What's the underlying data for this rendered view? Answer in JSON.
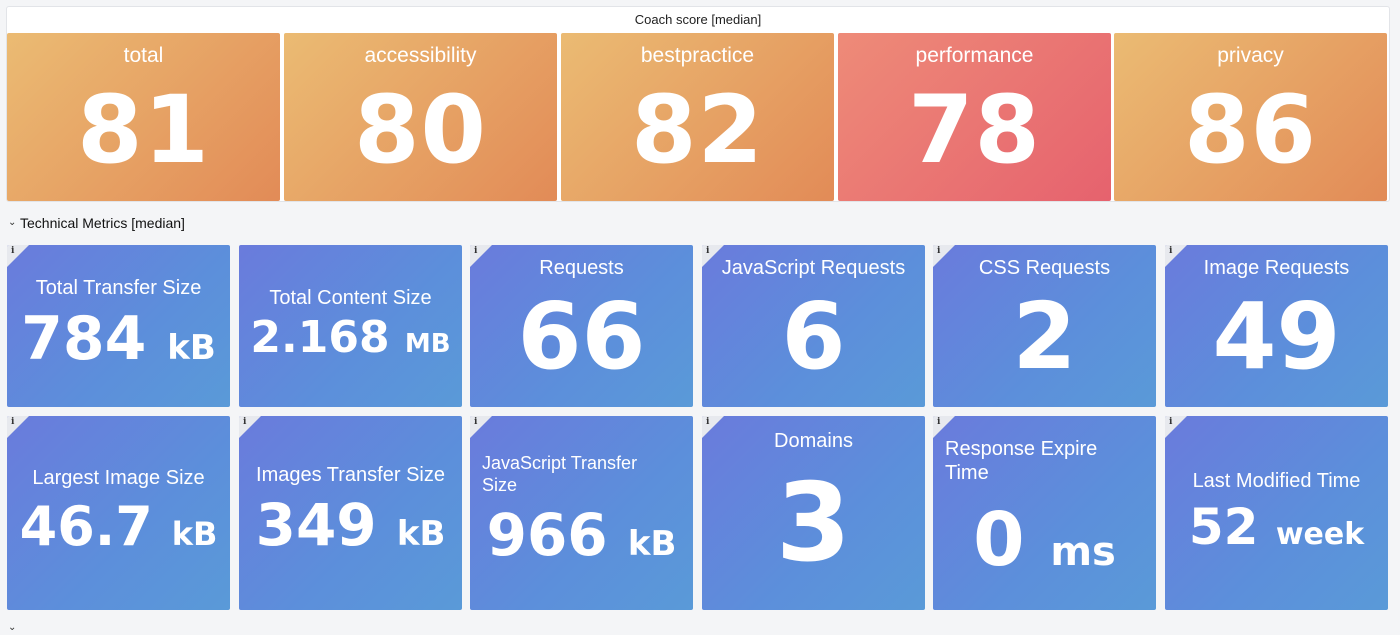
{
  "coach": {
    "title": "Coach score [median]",
    "scores": [
      {
        "label": "total",
        "value": "81"
      },
      {
        "label": "accessibility",
        "value": "80"
      },
      {
        "label": "bestpractice",
        "value": "82"
      },
      {
        "label": "performance",
        "value": "78"
      },
      {
        "label": "privacy",
        "value": "86"
      }
    ]
  },
  "technical": {
    "title": "Technical Metrics [median]",
    "info_glyph": "i",
    "tiles": [
      {
        "label": "Total Transfer Size",
        "value": "784",
        "unit": "kB"
      },
      {
        "label": "Total Content Size",
        "value": "2.168",
        "unit": "MB"
      },
      {
        "label": "Requests",
        "value": "66",
        "unit": ""
      },
      {
        "label": "JavaScript Requests",
        "value": "6",
        "unit": ""
      },
      {
        "label": "CSS Requests",
        "value": "2",
        "unit": ""
      },
      {
        "label": "Image Requests",
        "value": "49",
        "unit": ""
      },
      {
        "label": "Largest Image Size",
        "value": "46.7",
        "unit": "kB"
      },
      {
        "label": "Images Transfer Size",
        "value": "349",
        "unit": "kB"
      },
      {
        "label": "JavaScript Transfer Size",
        "value": "966",
        "unit": "kB"
      },
      {
        "label": "Domains",
        "value": "3",
        "unit": ""
      },
      {
        "label": "Response Expire Time",
        "value": "0",
        "unit": "ms"
      },
      {
        "label": "Last Modified Time",
        "value": "52",
        "unit": "week"
      }
    ]
  },
  "colors": {
    "score_orange_start": "#ebbb73",
    "score_orange_end": "#e28b57",
    "score_red_start": "#ee8b78",
    "score_red_end": "#e6626e",
    "tile_blue_start": "#6a7bdc",
    "tile_blue_end": "#5a9ad8"
  }
}
